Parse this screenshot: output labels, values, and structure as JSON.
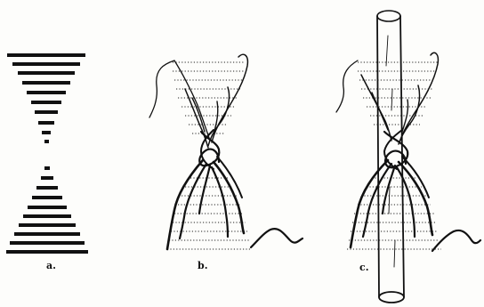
{
  "figure": {
    "panels": [
      {
        "id": "a",
        "label": "a."
      },
      {
        "id": "b",
        "label": "b."
      },
      {
        "id": "c",
        "label": "c."
      }
    ]
  }
}
